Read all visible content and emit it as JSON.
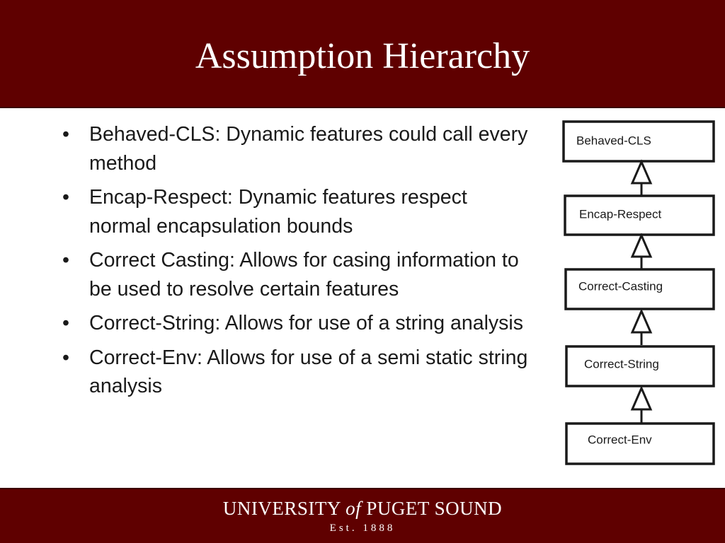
{
  "slide": {
    "title": "Assumption Hierarchy"
  },
  "bullets": [
    "Behaved-CLS:  Dynamic features could call every method",
    "Encap-Respect:  Dynamic features respect normal encapsulation bounds",
    "Correct Casting:  Allows for casing information to be used to resolve certain features",
    "Correct-String:  Allows for use of a string analysis",
    "Correct-Env:  Allows for use of a semi static string analysis"
  ],
  "diagram": {
    "nodes": [
      "Behaved-CLS",
      "Encap-Respect",
      "Correct-Casting",
      "Correct-String",
      "Correct-Env"
    ]
  },
  "footer": {
    "name_part1": "UNIVERSITY",
    "name_of": "of",
    "name_part2": "PUGET SOUND",
    "established": "Est. 1888"
  },
  "colors": {
    "brand": "#5f0000",
    "text": "#1a1a1a",
    "background": "#ffffff"
  }
}
